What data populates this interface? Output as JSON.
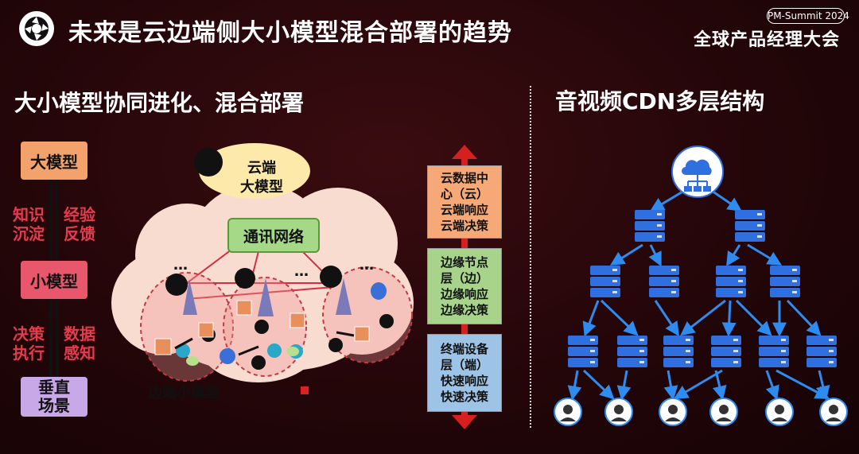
{
  "header": {
    "title": "未来是云边端侧大小模型混合部署的趋势",
    "badge": "PM-Summit 2024",
    "summit_name": "全球产品经理大会"
  },
  "left": {
    "section_title": "大小模型协同进化、混合部署",
    "large_model": "大模型",
    "small_model": "小模型",
    "vertical_scene_line1": "垂直",
    "vertical_scene_line2": "场景",
    "knowledge_line1": "知识",
    "knowledge_line2": "沉淀",
    "experience_line1": "经验",
    "experience_line2": "反馈",
    "decision_line1": "决策",
    "decision_line2": "执行",
    "data_line1": "数据",
    "data_line2": "感知",
    "cloud_label_line1": "云端",
    "cloud_label_line2": "大模型",
    "network_label": "通讯网络",
    "edge_label": "边端小模型",
    "ellipsis": "…"
  },
  "layers": {
    "cloud": [
      "云数据中",
      "心（云）",
      "云端响应",
      "云端决策"
    ],
    "edge": [
      "边缘节点",
      "层（边）",
      "边缘响应",
      "边缘决策"
    ],
    "terminal": [
      "终端设备",
      "层（端）",
      "快速响应",
      "快速决策"
    ]
  },
  "right": {
    "section_title": "音视频CDN多层结构"
  },
  "colors": {
    "accent_red": "#e53b4e",
    "arrow_red": "#d61f1f",
    "server_blue": "#2f6fe0",
    "arrow_blue": "#2e8bef"
  }
}
